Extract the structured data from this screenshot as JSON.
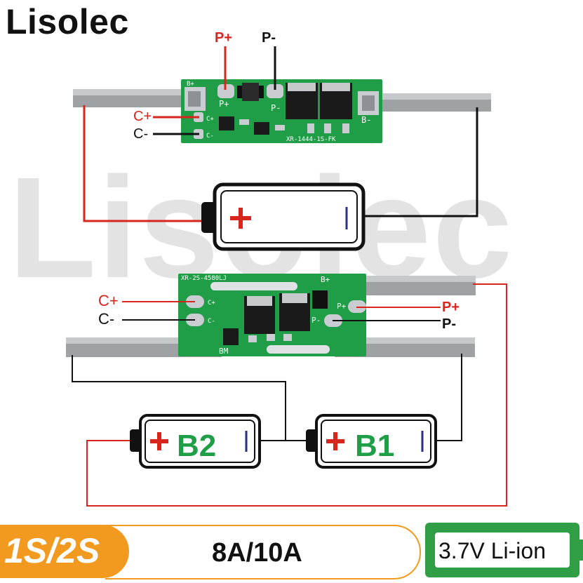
{
  "brand": "Lisolec",
  "watermark": "Lisolec",
  "top_board": {
    "pad_labels": {
      "b_plus": "B+",
      "p_plus": "P+",
      "p_minus": "P-",
      "b_minus": "B-",
      "c_plus": "C+",
      "c_minus": "C-"
    },
    "model": "XR-1444-1S-FK",
    "leads": {
      "p_plus": "P+",
      "p_minus": "P-",
      "c_plus": "C+",
      "c_minus": "C-"
    }
  },
  "bottom_board": {
    "model": "XR-2S-4580LJ",
    "pad_labels": {
      "b_plus": "B+",
      "bm": "BM",
      "c_plus": "C+",
      "c_minus": "C-",
      "p_plus": "P+",
      "p_minus": "P-"
    },
    "leads": {
      "c_plus": "C+",
      "c_minus": "C-",
      "p_plus": "P+",
      "p_minus": "P-"
    }
  },
  "batteries": {
    "single": "+",
    "b2": "B2",
    "b1": "B1",
    "plus": "+"
  },
  "footer": {
    "config": "1S/2S",
    "current": "8A/10A",
    "chemistry": "3.7V Li-ion"
  },
  "colors": {
    "wire_positive": "#d7261e",
    "wire_negative": "#111111",
    "pcb": "#1f9e47",
    "battery_label": "#1f9e47",
    "badge_orange": "#f29a1f",
    "badge_green": "#2f9e44"
  }
}
